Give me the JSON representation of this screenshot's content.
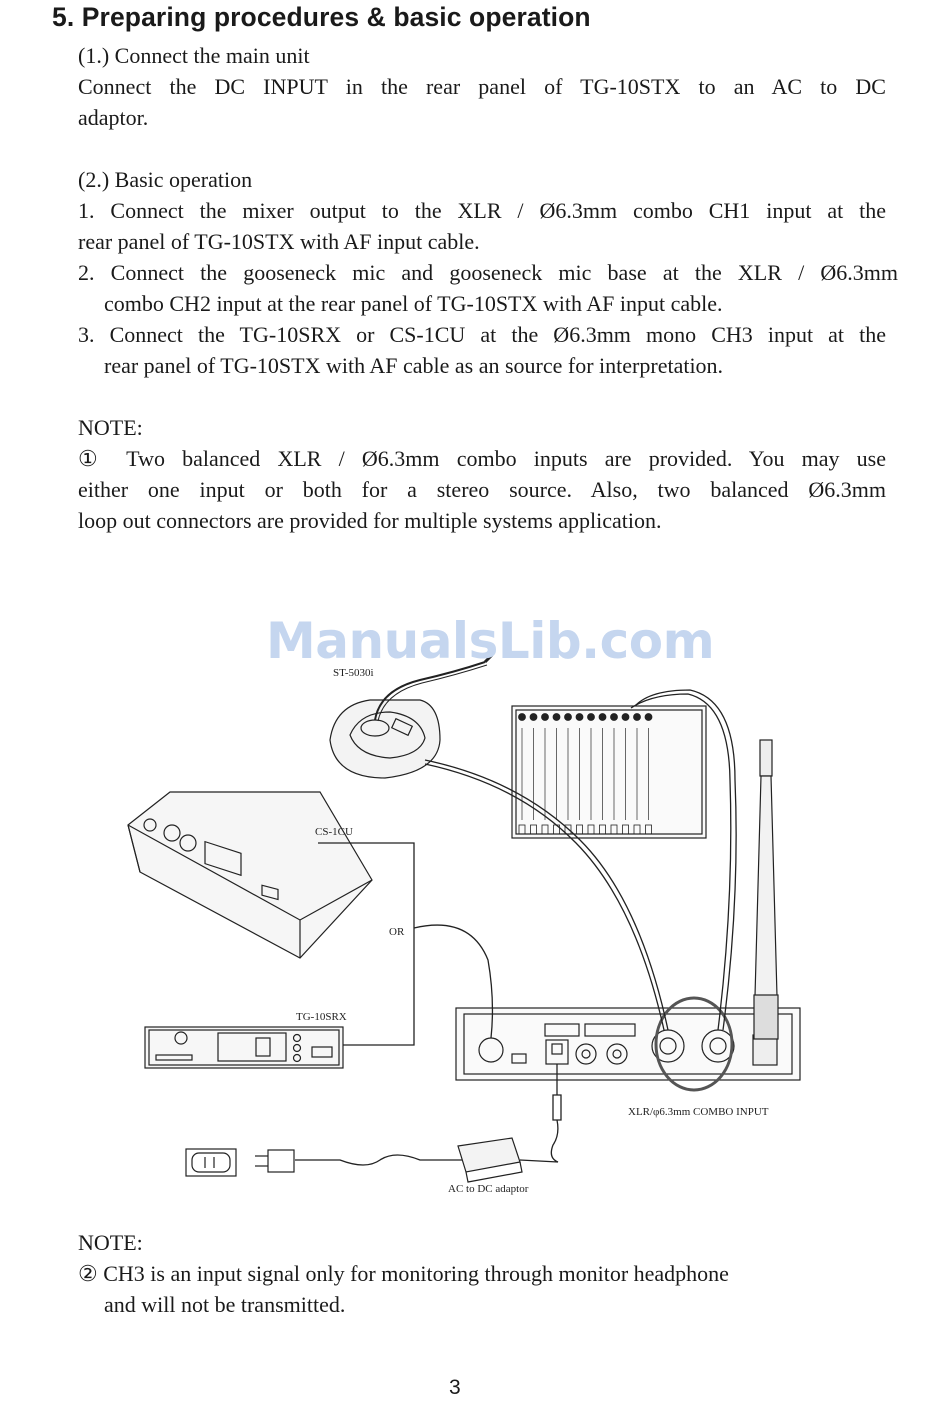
{
  "heading": "5. Preparing procedures & basic operation",
  "section1": {
    "title": "(1.) Connect the main unit",
    "line1": "Connect the DC INPUT in the rear panel of TG-10STX to an AC to DC",
    "line2": "adaptor."
  },
  "section2": {
    "title": "(2.) Basic operation",
    "step1_line1": "1. Connect the mixer output to the XLR / Ø6.3mm combo CH1 input at the",
    "step1_line2": "rear panel of TG-10STX with AF input cable.",
    "step2_line1": "2. Connect the gooseneck mic and gooseneck mic base at the XLR / Ø6.3mm",
    "step2_line2": "combo CH2 input at the rear panel of TG-10STX with AF input cable.",
    "step3_line1": "3. Connect the TG-10SRX or CS-1CU at the Ø6.3mm mono CH3 input at the",
    "step3_line2": "rear panel of TG-10STX with AF cable as an source for interpretation."
  },
  "note1": {
    "title": "NOTE:",
    "line1": "① Two balanced XLR / Ø6.3mm combo inputs are provided.  You may use",
    "line2": "either one input or both for a stereo source.  Also, two balanced Ø6.3mm",
    "line3": "loop out connectors are provided for multiple systems application."
  },
  "watermark": "ManualsLib.com",
  "diagram": {
    "label_st5030i": "ST-5030i",
    "label_cs1cu": "CS-1CU",
    "label_or": "OR",
    "label_tg10srx": "TG-10SRX",
    "label_combo": "XLR/φ6.3mm COMBO INPUT",
    "label_adaptor": "AC to DC adaptor"
  },
  "note2": {
    "title": "NOTE:",
    "line1": "② CH3 is an input signal only for monitoring through monitor headphone",
    "line2": "and will not be transmitted."
  },
  "page_number": "3"
}
